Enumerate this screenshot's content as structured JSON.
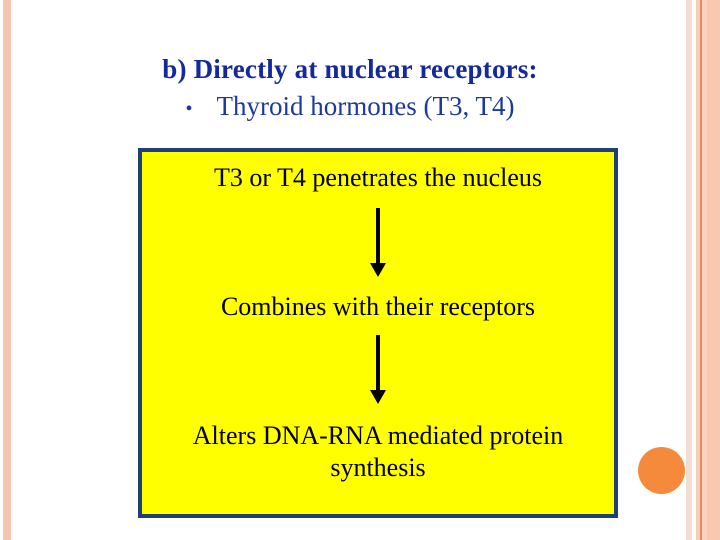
{
  "slide": {
    "heading": "b) Directly at nuclear receptors:",
    "bullet_glyph": "•",
    "bullet_text": "Thyroid hormones (T3, T4)",
    "heading_color": "#14299b",
    "bullet_color": "#1c3a9e"
  },
  "flow_diagram": {
    "box_fill": "#ffff00",
    "box_border": "#1f3f78",
    "text_color": "#000000",
    "steps": [
      {
        "label": "T3 or T4 penetrates the nucleus"
      },
      {
        "label": "Combines with their receptors"
      },
      {
        "label": "Alters DNA-RNA mediated protein synthesis"
      }
    ],
    "connectors": [
      {
        "name": "down-arrow-1"
      },
      {
        "name": "down-arrow-2"
      }
    ]
  },
  "decoration": {
    "left_stripe_color": "#f7c4b0",
    "right_stripe_colors": [
      "#f2ddd4",
      "#f5cdb9",
      "#e08b62",
      "#fbd2bd",
      "#f9c8b1"
    ],
    "circle_color": "#f68a3c"
  }
}
